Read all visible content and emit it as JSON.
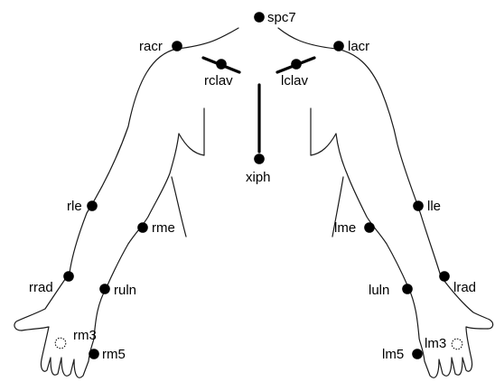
{
  "markers": [
    {
      "id": "spc7",
      "label": "spc7"
    },
    {
      "id": "racr",
      "label": "racr"
    },
    {
      "id": "lacr",
      "label": "lacr"
    },
    {
      "id": "rclav",
      "label": "rclav"
    },
    {
      "id": "lclav",
      "label": "lclav"
    },
    {
      "id": "xiph",
      "label": "xiph"
    },
    {
      "id": "rle",
      "label": "rle"
    },
    {
      "id": "lle",
      "label": "lle"
    },
    {
      "id": "rme",
      "label": "rme"
    },
    {
      "id": "lme",
      "label": "lme"
    },
    {
      "id": "rrad",
      "label": "rrad"
    },
    {
      "id": "lrad",
      "label": "lrad"
    },
    {
      "id": "ruln",
      "label": "ruln"
    },
    {
      "id": "luln",
      "label": "luln"
    },
    {
      "id": "rm3",
      "label": "rm3"
    },
    {
      "id": "lm3",
      "label": "lm3"
    },
    {
      "id": "rm5",
      "label": "rm5"
    },
    {
      "id": "lm5",
      "label": "lm5"
    }
  ]
}
